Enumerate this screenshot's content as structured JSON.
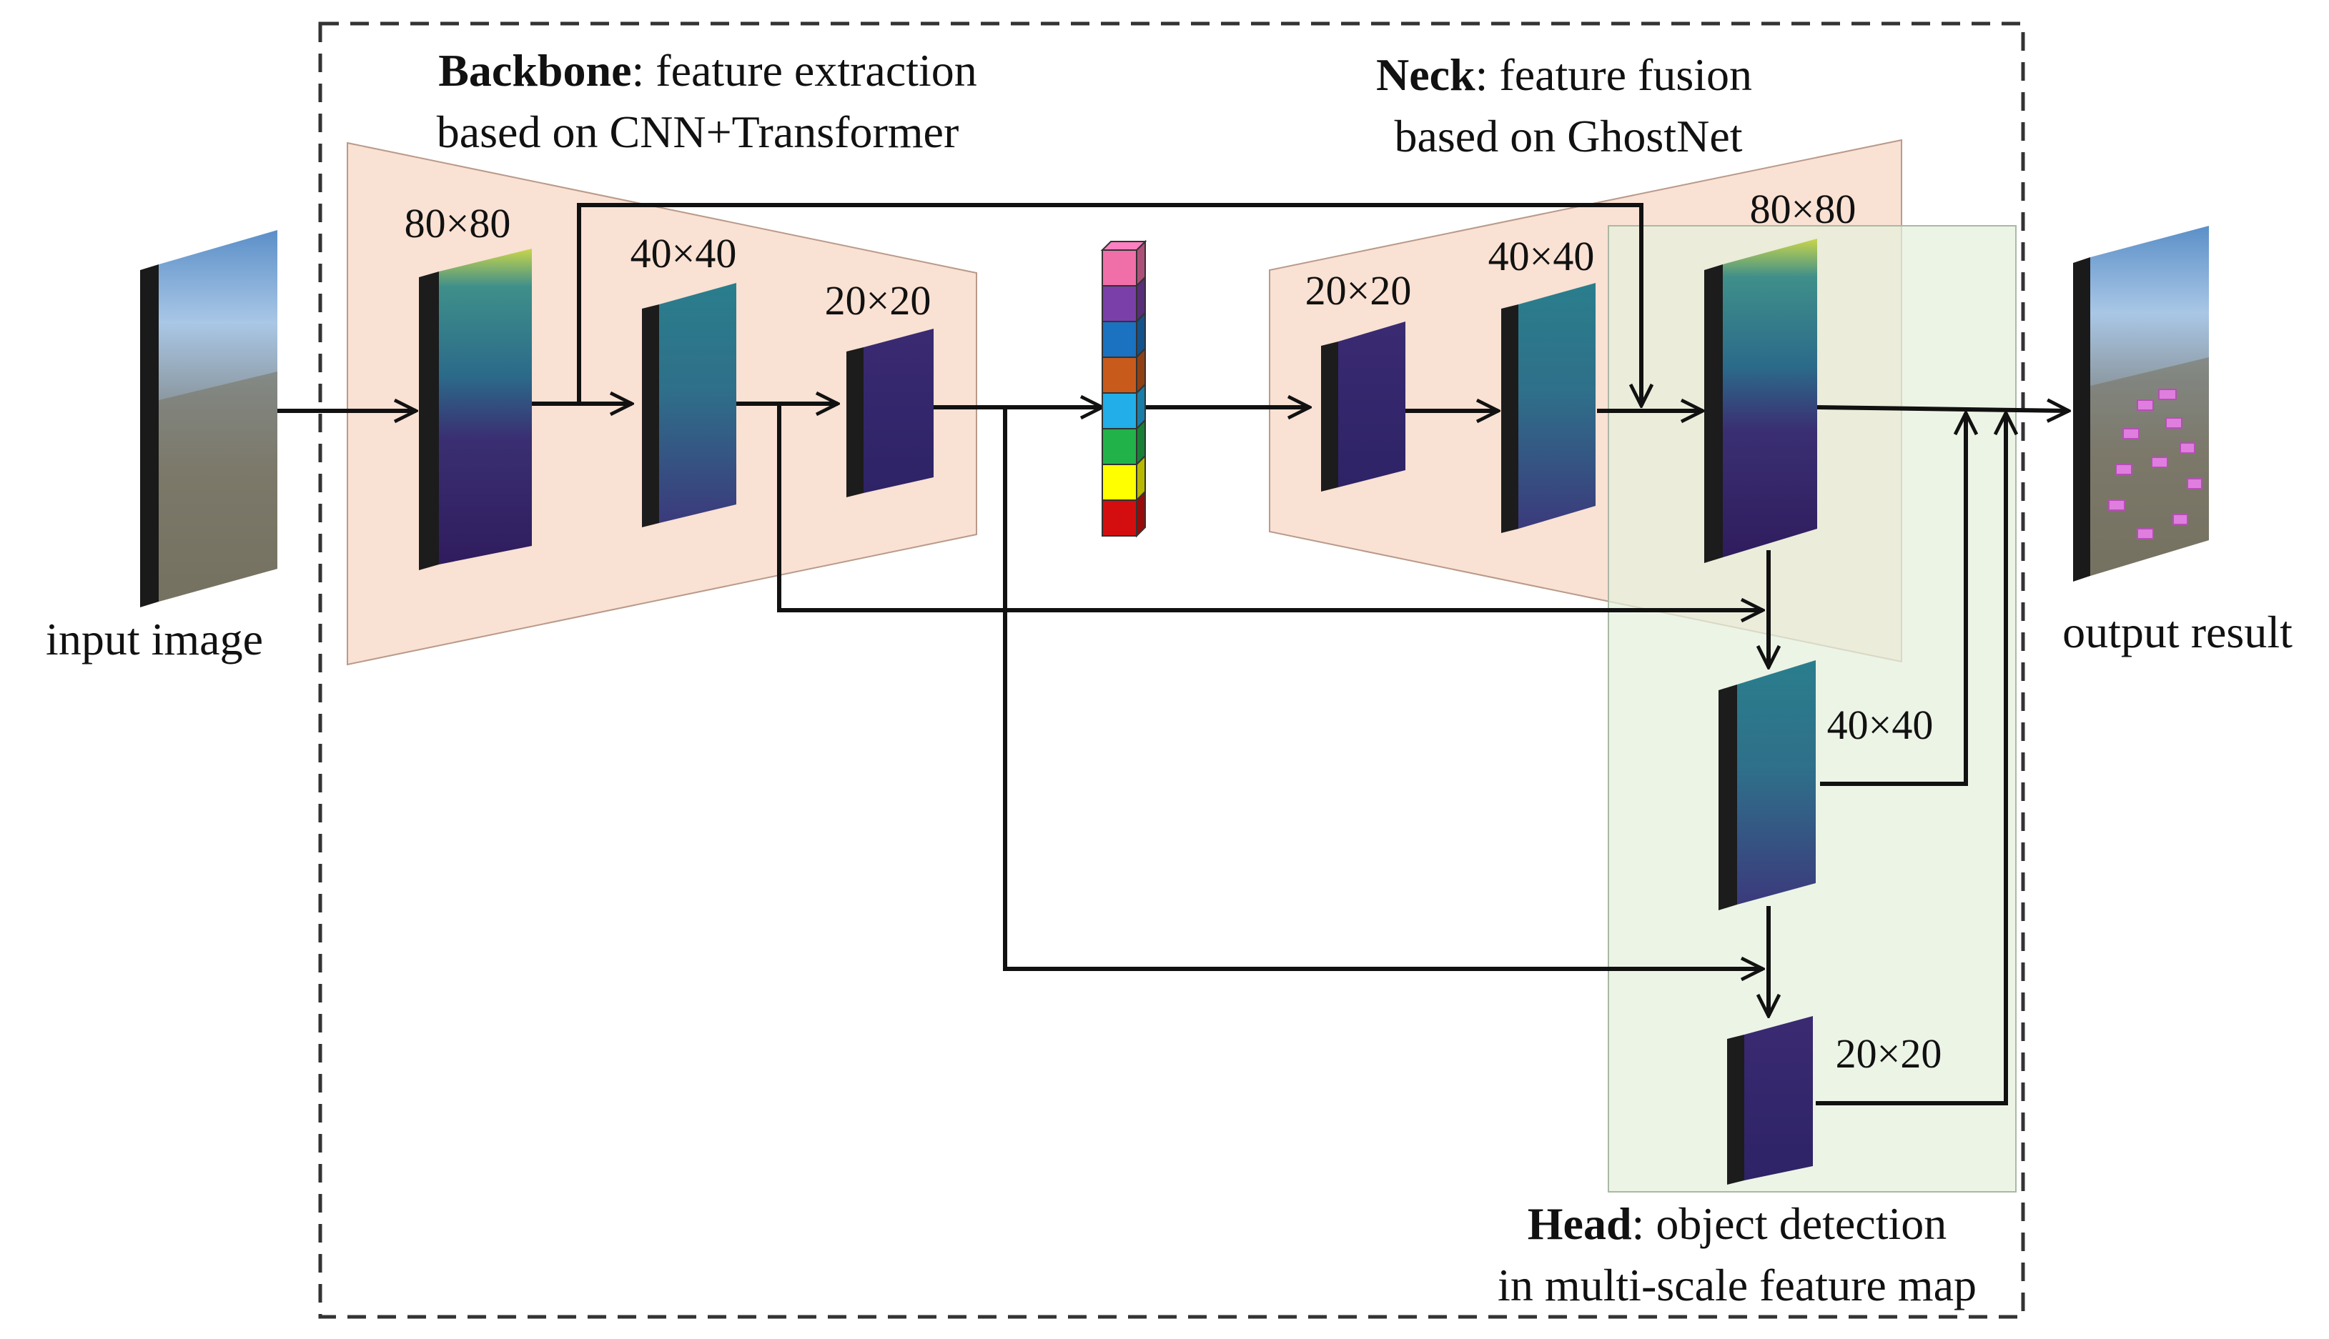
{
  "inputs": {
    "input_label": "input image",
    "output_label": "output result"
  },
  "backbone": {
    "title_bold": "Backbone",
    "title_rest": ": feature extraction",
    "subtitle": "based on CNN+Transformer",
    "maps": [
      "80×80",
      "40×40",
      "20×20"
    ]
  },
  "neck": {
    "title_bold": "Neck",
    "title_rest": ": feature fusion",
    "subtitle": "based on GhostNet",
    "maps": [
      "20×20",
      "40×40",
      "80×80"
    ]
  },
  "head": {
    "title_bold": "Head",
    "title_rest": ": object detection",
    "subtitle": "in multi-scale feature map",
    "maps": [
      "40×40",
      "20×20"
    ]
  },
  "token_colors": [
    "#f06fa8",
    "#7a3fa8",
    "#1a72c0",
    "#c85a1c",
    "#22aee8",
    "#22b24a",
    "#ffff00",
    "#d40e0e"
  ],
  "colors": {
    "stage_fill": "#f9e1d3",
    "head_fill": "#e4f0dd",
    "line": "#111111"
  }
}
